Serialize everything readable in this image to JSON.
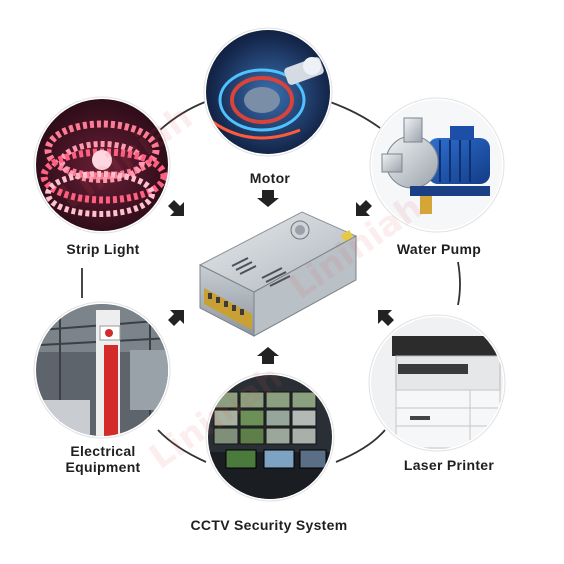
{
  "center": {
    "name": "power-supply",
    "icon": "power-supply-unit"
  },
  "applications": [
    {
      "key": "motor",
      "label": "Motor",
      "icon": "motor-image"
    },
    {
      "key": "strip-light",
      "label": "Strip Light",
      "icon": "led-strip-image"
    },
    {
      "key": "water-pump",
      "label": "Water Pump",
      "icon": "water-pump-image"
    },
    {
      "key": "electrical-equipment",
      "label_line1": "Electrical",
      "label_line2": "Equipment",
      "icon": "electrical-cabinet-image"
    },
    {
      "key": "laser-printer",
      "label": "Laser Printer",
      "icon": "printer-image"
    },
    {
      "key": "cctv",
      "label": "CCTV Security System",
      "icon": "cctv-monitor-wall-image"
    }
  ],
  "colors": {
    "ring": "#333333",
    "arrow": "#222222",
    "watermark": "#e05a5a"
  },
  "watermark": "Lininiah"
}
